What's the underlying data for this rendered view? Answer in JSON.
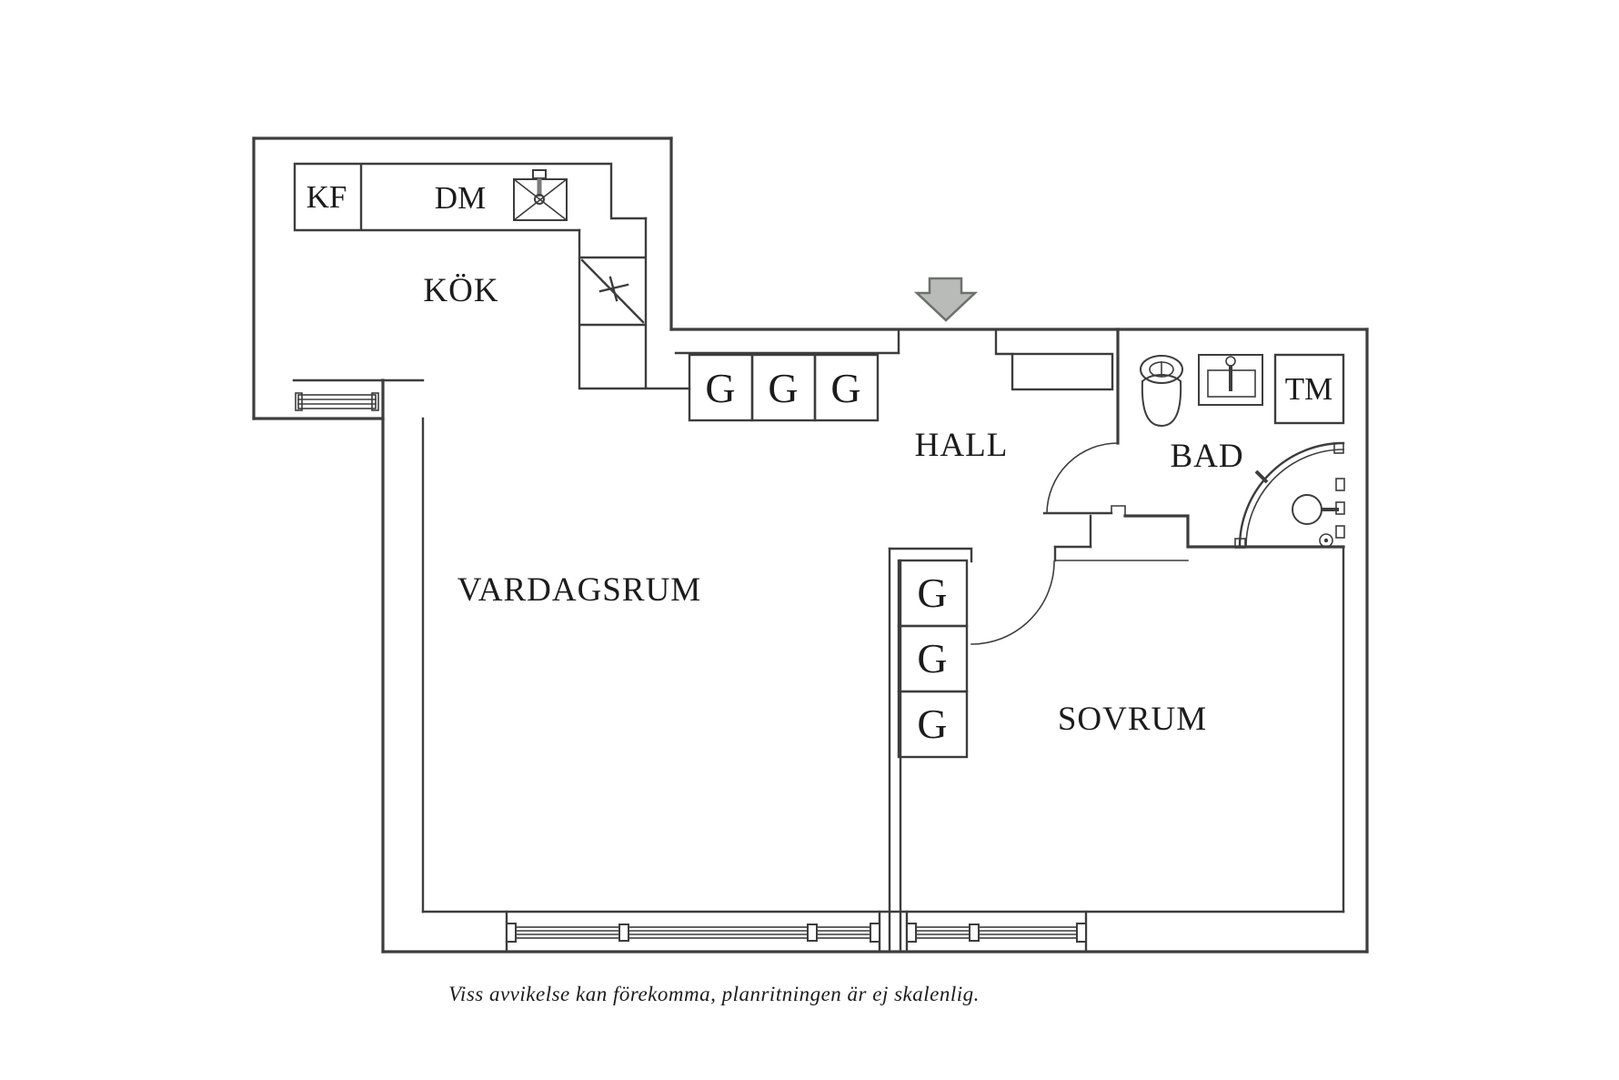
{
  "floorplan": {
    "kitchen": {
      "label": "KÖK",
      "fridge_freezer": "KF",
      "dishwasher": "DM"
    },
    "hall": {
      "label": "HALL",
      "wardrobes": [
        "G",
        "G",
        "G"
      ]
    },
    "bathroom": {
      "label": "BAD",
      "washing_machine": "TM"
    },
    "living_room": {
      "label": "VARDAGSRUM"
    },
    "bedroom": {
      "label": "SOVRUM",
      "wardrobes": [
        "G",
        "G",
        "G"
      ]
    },
    "disclaimer": "Viss avvikelse kan förekomma, planritningen är ej skalenlig.",
    "colors": {
      "wall": "#3d3d3d",
      "arrow_fill": "#b9bbb8",
      "arrow_stroke": "#6e706d"
    }
  }
}
